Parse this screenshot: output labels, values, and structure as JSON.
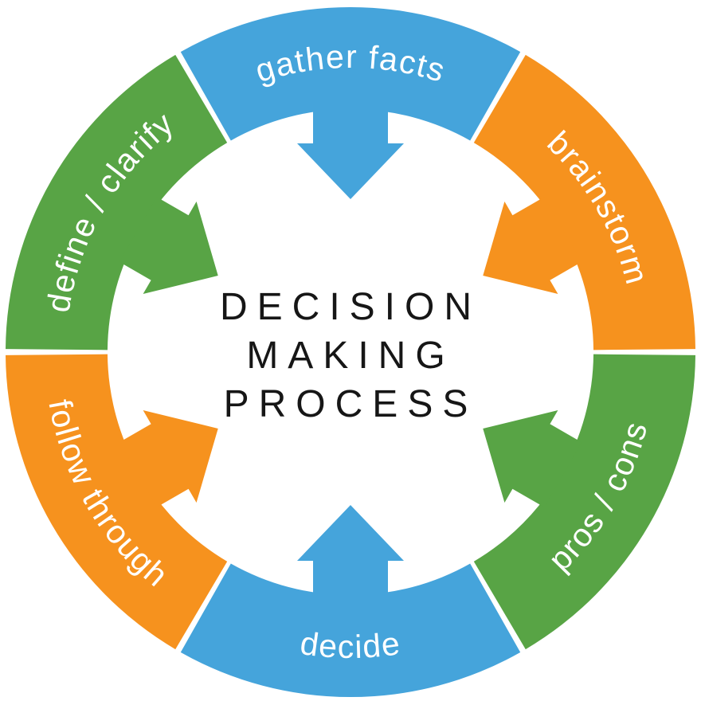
{
  "diagram": {
    "type": "circular-process-word-circle",
    "background": "#ffffff",
    "title": {
      "text": "DECISION MAKING PROCESS",
      "lines": [
        "DECISION",
        "MAKING",
        "PROCESS"
      ],
      "color": "#161616"
    },
    "label_color": "#ffffff",
    "arrow_direction": "inward",
    "segments": [
      {
        "id": "gather-facts",
        "label": "gather facts",
        "color": "#45A4DB",
        "angle_deg": 0,
        "text_side": "outer"
      },
      {
        "id": "brainstorm",
        "label": "brainstorm",
        "color": "#F6921E",
        "angle_deg": 60,
        "text_side": "outer"
      },
      {
        "id": "pros-cons",
        "label": "pros / cons",
        "color": "#58A445",
        "angle_deg": 120,
        "text_side": "inner"
      },
      {
        "id": "decide",
        "label": "decide",
        "color": "#45A4DB",
        "angle_deg": 180,
        "text_side": "inner"
      },
      {
        "id": "follow-through",
        "label": "follow through",
        "color": "#F6921E",
        "angle_deg": 240,
        "text_side": "inner"
      },
      {
        "id": "define-clarify",
        "label": "define / clarify",
        "color": "#58A445",
        "angle_deg": 300,
        "text_side": "outer"
      }
    ]
  }
}
